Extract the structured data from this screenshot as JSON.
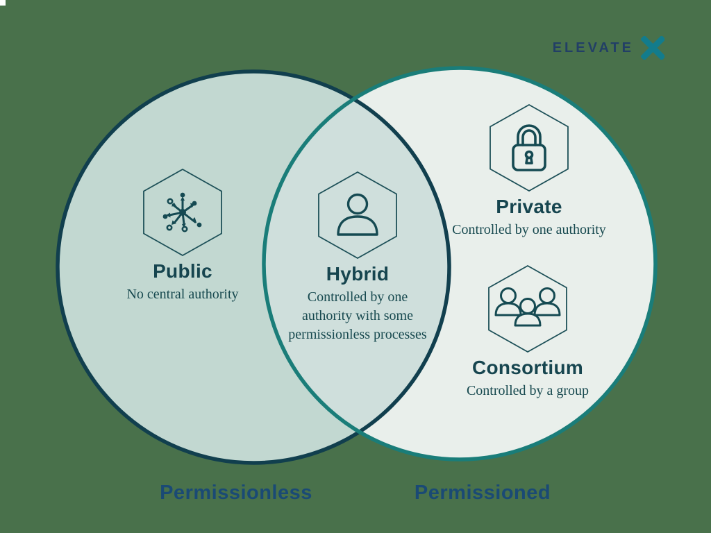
{
  "logo": {
    "wordmark": "ELEVATE",
    "mark": "X"
  },
  "diagram": {
    "type": "venn",
    "left_set_label": "Permissionless",
    "right_set_label": "Permissioned",
    "sections": [
      {
        "id": "public",
        "region": "left-only",
        "heading": "Public",
        "description": "No central authority",
        "icon": "network-icon"
      },
      {
        "id": "hybrid",
        "region": "intersection",
        "heading": "Hybrid",
        "description": "Controlled by one authority with some permissionless processes",
        "icon": "person-icon"
      },
      {
        "id": "private",
        "region": "right-only",
        "heading": "Private",
        "description": "Controlled by one authority",
        "icon": "lock-icon"
      },
      {
        "id": "consortium",
        "region": "right-only",
        "heading": "Consortium",
        "description": "Controlled by a group",
        "icon": "people-icon"
      }
    ]
  },
  "colors": {
    "background": "#49714b",
    "left_circle_fill": "#c2d8d1",
    "right_circle_fill": "#e9efeb",
    "overlap_fill": "#cfdfdc",
    "left_circle_stroke": "#113f4e",
    "right_circle_stroke": "#1a7d79",
    "heading_text": "#16454f",
    "body_text": "#17494f",
    "set_label_text": "#1a4a75",
    "logo_text": "#223f66",
    "logo_mark": "#127c8c"
  }
}
